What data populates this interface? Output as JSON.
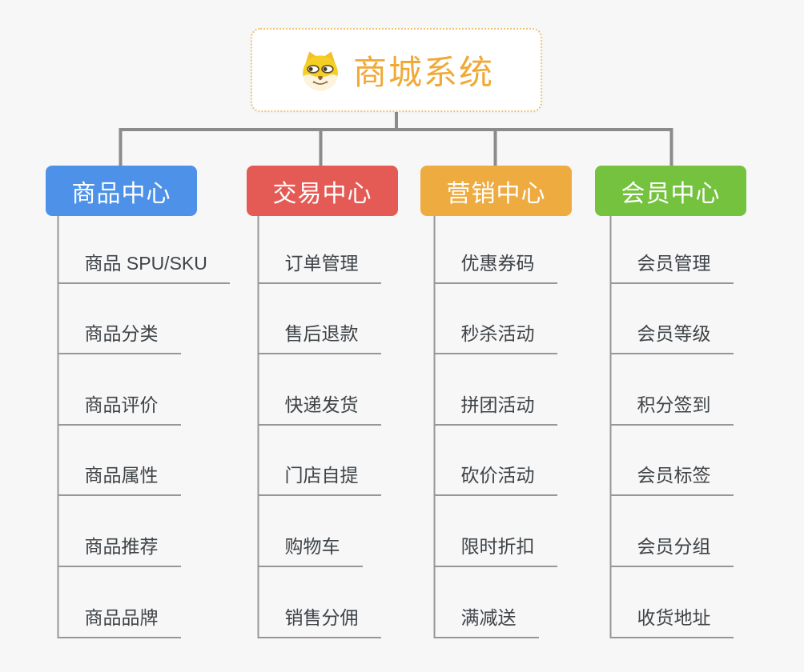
{
  "root": {
    "label": "商城系统",
    "icon": "doge-icon"
  },
  "branches": [
    {
      "id": "product",
      "label": "商品中心",
      "color": "#4D92E8",
      "children": [
        "商品 SPU/SKU",
        "商品分类",
        "商品评价",
        "商品属性",
        "商品推荐",
        "商品品牌"
      ]
    },
    {
      "id": "trade",
      "label": "交易中心",
      "color": "#E45B55",
      "children": [
        "订单管理",
        "售后退款",
        "快递发货",
        "门店自提",
        "购物车",
        "销售分佣"
      ]
    },
    {
      "id": "marketing",
      "label": "营销中心",
      "color": "#EEAB40",
      "children": [
        "优惠券码",
        "秒杀活动",
        "拼团活动",
        "砍价活动",
        "限时折扣",
        "满减送"
      ]
    },
    {
      "id": "member",
      "label": "会员中心",
      "color": "#74C23E",
      "children": [
        "会员管理",
        "会员等级",
        "积分签到",
        "会员标签",
        "会员分组",
        "收货地址"
      ]
    }
  ],
  "colors": {
    "root_text": "#F0A937",
    "root_border": "#F0C271",
    "connector": "#8B8B8B",
    "underline": "#979797",
    "child_text": "#3E4347",
    "background": "#F7F7F7"
  }
}
